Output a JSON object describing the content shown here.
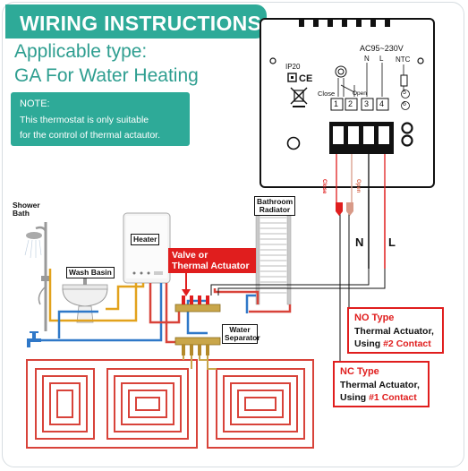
{
  "title": "WIRING INSTRUCTIONS",
  "applicable": "Applicable type:",
  "type_line": "GA For Water Heating",
  "note": {
    "title": "NOTE:",
    "line1": "This thermostat is only suitable",
    "line2": "for the control of thermal actautor."
  },
  "device": {
    "ac_label": "AC95~230V",
    "ip_label": "IP20",
    "n_label": "N",
    "l_label": "L",
    "ntc_label": "NTC",
    "close_label": "Close",
    "open_label": "Open",
    "terminals": [
      "1",
      "2",
      "3",
      "4"
    ],
    "ntc_terminals": [
      "5",
      "6"
    ],
    "wire_close": "Close",
    "wire_open": "Open"
  },
  "wires": {
    "n": "N",
    "l": "L"
  },
  "components": {
    "shower": "Shower Bath",
    "wash_basin": "Wash Basin",
    "heater": "Heater",
    "valve_line1": "Valve or",
    "valve_line2": "Thermal Actuator",
    "water_separator": "Water Separator",
    "radiator_line1": "Bathroom",
    "radiator_line2": "Radiator"
  },
  "no_type": {
    "title": "NO Type",
    "line1": "Thermal Actuator,",
    "line2_prefix": "Using ",
    "line2_contact": "#2 Contact"
  },
  "nc_type": {
    "title": "NC Type",
    "line1": "Thermal Actuator,",
    "line2_prefix": "Using ",
    "line2_contact": "#1 Contact"
  },
  "colors": {
    "teal": "#2eaa98",
    "red": "#e01e1e",
    "pipe_red": "#d8433a",
    "pipe_blue": "#2f78c8",
    "pipe_yellow": "#e2a21c"
  }
}
